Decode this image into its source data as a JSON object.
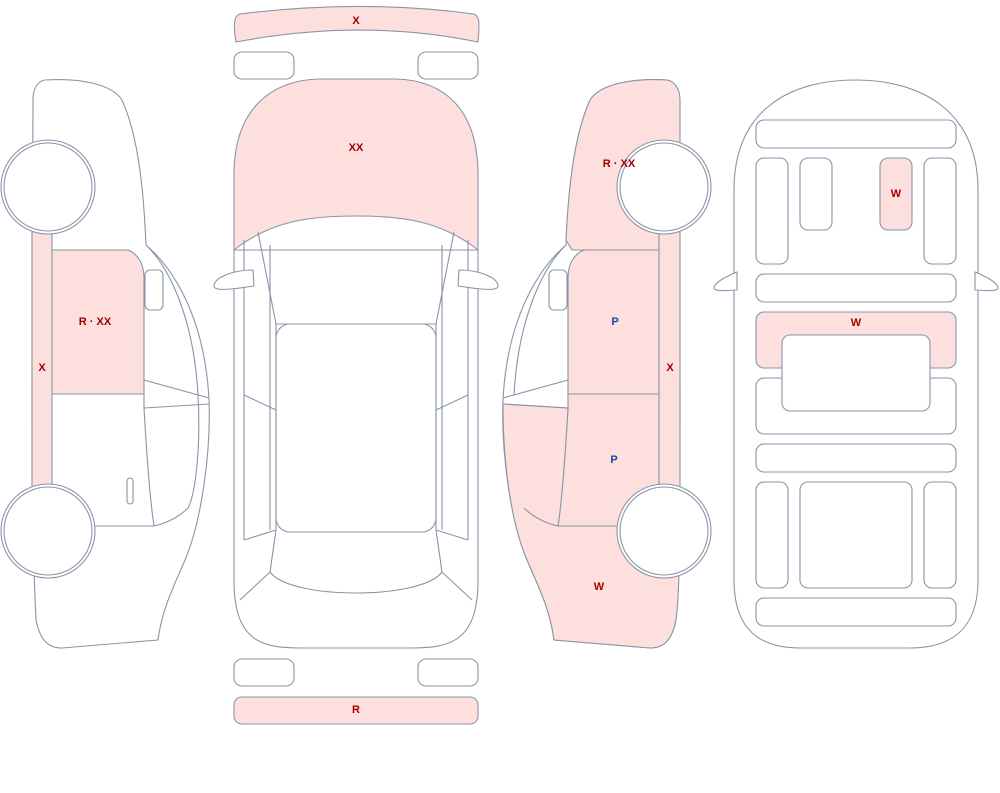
{
  "colors": {
    "damaged_fill": "#fde0dd",
    "outline": "#8a95a8",
    "code_red": "#a00000",
    "code_blue": "#1a46a8"
  },
  "codes": {
    "front_bumper": "X",
    "hood": "XX",
    "rear_bumper": "R",
    "left_rocker": "X",
    "left_front_door": "R · XX",
    "right_front_fender": "R · XX",
    "right_front_door": "P",
    "right_rear_door": "P",
    "right_rocker": "X",
    "right_rear_quarter": "W",
    "interior_console": "W",
    "interior_seat_panel": "W"
  }
}
